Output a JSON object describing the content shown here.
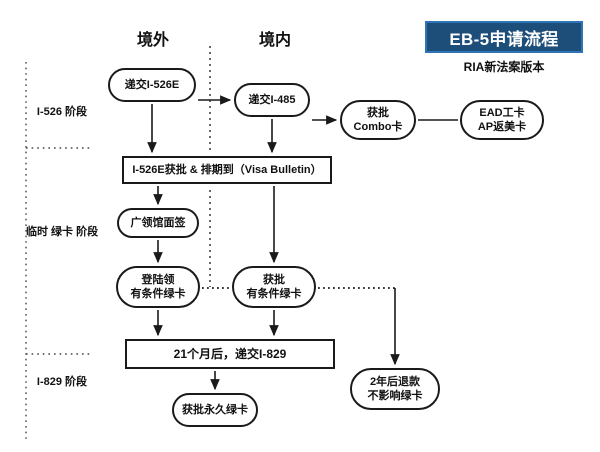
{
  "banner": {
    "title": "EB-5申请流程",
    "subtitle": "RIA新法案版本",
    "bg_color": "#1d4e79",
    "border_color": "#2e75b6",
    "text_color": "#ffffff"
  },
  "columns": {
    "left_header": "境外",
    "right_header": "境内"
  },
  "stages": [
    {
      "label": "I-526\n阶段"
    },
    {
      "label": "临时\n绿卡\n阶段"
    },
    {
      "label": "I-829\n阶段"
    }
  ],
  "nodes": {
    "submit_i526e": "递交I-526E",
    "submit_i485": "递交I-485",
    "combo_card": "获批\nCombo卡",
    "ead_ap": "EAD工卡\nAP返美卡",
    "visa_bulletin": "I-526E获批 & 排期到（Visa Bulletin）",
    "consulate_interview": "广领馆面签",
    "land_conditional_gc": "登陆领\n有条件绿卡",
    "approve_conditional_gc": "获批\n有条件绿卡",
    "submit_i829": "21个月后，递交I-829",
    "permanent_gc": "获批永久绿卡",
    "refund": "2年后退款\n不影响绿卡"
  }
}
